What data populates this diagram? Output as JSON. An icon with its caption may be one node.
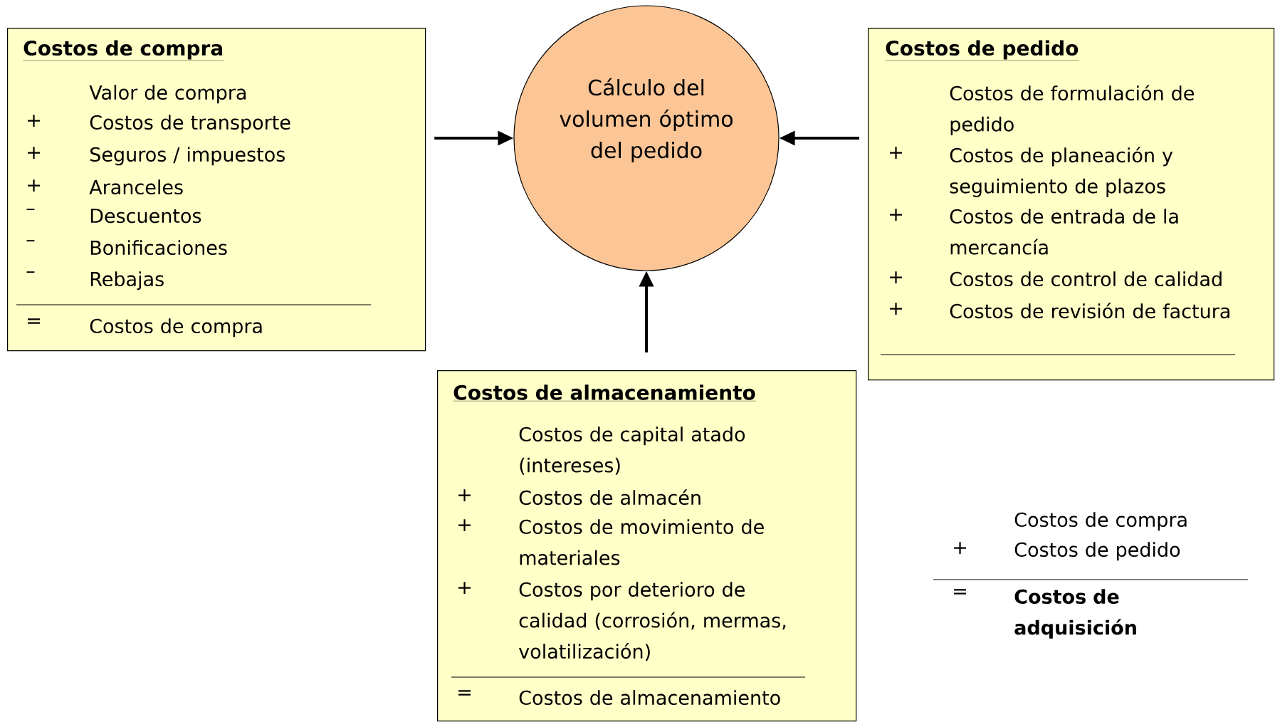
{
  "diagram": {
    "nodes": [
      {
        "text": [
          "Costos de compra",
          "Valor de compra",
          "+",
          "Costos de transporte",
          "+",
          "Seguros / impuestos",
          "+",
          "Aranceles",
          "–",
          "Descuentos",
          "–",
          "Bonificaciones",
          "–",
          "Rebajas",
          "=",
          "Costos de compra"
        ]
      },
      {
        "text": [
          "Cálculo del volumen óptimo del pedido"
        ]
      },
      {
        "text": [
          "Costos de pedido",
          "Costos de formulación de pedido",
          "+",
          "Costos de planeación y seguimiento de plazos",
          "+",
          "Costos de entrada de la mercancía",
          "+",
          "Costos de control de calidad",
          "+",
          "Costos de revisión de factura"
        ]
      },
      {
        "text": [
          "Costos de almacenamiento",
          "Costos de capital atado (intereses)",
          "+",
          "Costos de almacén",
          "+",
          "Costos de movimiento de materiales",
          "+",
          "Costos por deterioro de calidad (corrosión, mermas, volatilización)",
          "=",
          "Costos de almacenamiento"
        ]
      }
    ],
    "edges": [
      {
        "from": 0,
        "to": 1,
        "arrow": "to"
      },
      {
        "from": 2,
        "to": 1,
        "arrow": "to"
      },
      {
        "from": 3,
        "to": 1,
        "arrow": "to"
      }
    ],
    "labels": [
      "Costos de compra",
      "+",
      "Costos de pedido",
      "=",
      "Costos de adquisición"
    ]
  }
}
